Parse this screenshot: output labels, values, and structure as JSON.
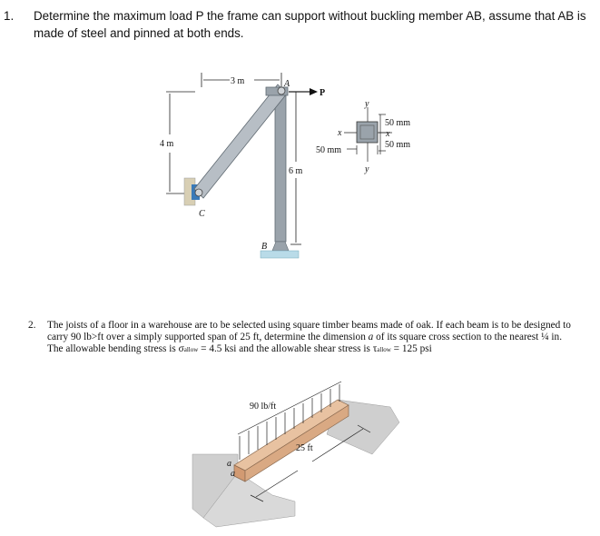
{
  "problem1": {
    "number": "1.",
    "text": "Determine the maximum load P the frame can support without buckling member AB, assume that AB is made of steel and pinned at both ends."
  },
  "figure1": {
    "dim_top": "3 m",
    "label_A": "A",
    "label_P": "P",
    "dim_left": "4 m",
    "dim_right": "6 m",
    "label_B": "B",
    "label_C": "C",
    "section_y_top": "y",
    "section_x_left": "x",
    "section_x_right": "x",
    "section_y_bottom": "y",
    "section_dim1": "50 mm",
    "section_dim2": "50 mm",
    "section_dim3": "50 mm"
  },
  "problem2": {
    "number": "2.",
    "text_a": "The joists of a floor in a warehouse are to be selected using square timber beams made of oak. If each beam is to be designed to carry 90 lb>ft over a simply supported span of 25 ft, determine the dimension ",
    "text_a_var": "a",
    "text_b": " of its square cross section to the nearest ¼ in. The allowable bending stress is σ",
    "text_sub1": "allow",
    "text_c": " = 4.5 ksi and the allowable shear stress is τ",
    "text_sub2": "allow",
    "text_d": " = 125 psi"
  },
  "figure2": {
    "load_label": "90 lb/ft",
    "span_label": "25 ft",
    "dim_a1": "a",
    "dim_a2": "a"
  },
  "colors": {
    "steel": "#9aa3ab",
    "steel_dark": "#6f7a83",
    "wood": "#d9a983",
    "wall": "#c8c8c8",
    "ground": "#b9dbe8"
  }
}
